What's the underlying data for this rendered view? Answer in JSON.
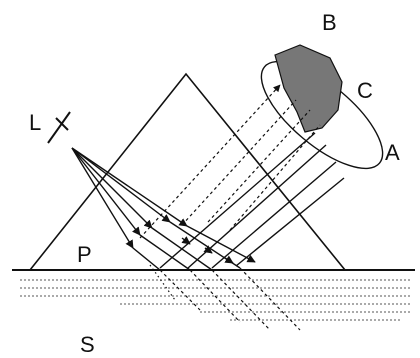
{
  "labels": {
    "L": "L",
    "B": "B",
    "C": "C",
    "A": "A",
    "P": "P",
    "S": "S"
  }
}
